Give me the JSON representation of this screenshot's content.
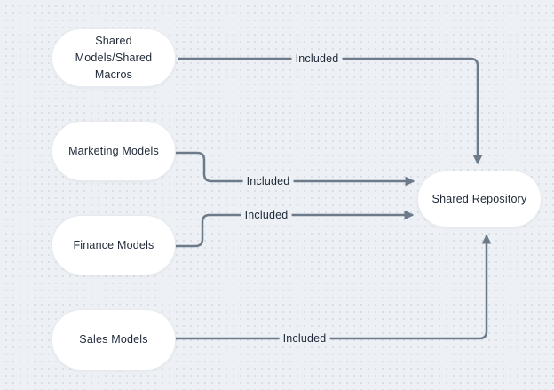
{
  "theme": {
    "background": "#edf0f4",
    "dot": "#d4dae2",
    "node_fill": "#ffffff",
    "node_border": "#e7ebf1",
    "edge": "#6d7a8a",
    "text": "#1e2837"
  },
  "diagram": {
    "type": "flowchart",
    "nodes": [
      {
        "id": "shared-models",
        "label": "Shared\nModels/Shared\nMacros",
        "shape": "stadium"
      },
      {
        "id": "marketing-models",
        "label": "Marketing Models",
        "shape": "stadium"
      },
      {
        "id": "finance-models",
        "label": "Finance Models",
        "shape": "stadium"
      },
      {
        "id": "sales-models",
        "label": "Sales Models",
        "shape": "stadium"
      },
      {
        "id": "shared-repository",
        "label": "Shared Repository",
        "shape": "stadium"
      }
    ],
    "edges": [
      {
        "from": "shared-models",
        "to": "shared-repository",
        "label": "Included",
        "enters": "top"
      },
      {
        "from": "marketing-models",
        "to": "shared-repository",
        "label": "Included",
        "enters": "left"
      },
      {
        "from": "finance-models",
        "to": "shared-repository",
        "label": "Included",
        "enters": "left"
      },
      {
        "from": "sales-models",
        "to": "shared-repository",
        "label": "Included",
        "enters": "bottom"
      }
    ]
  }
}
